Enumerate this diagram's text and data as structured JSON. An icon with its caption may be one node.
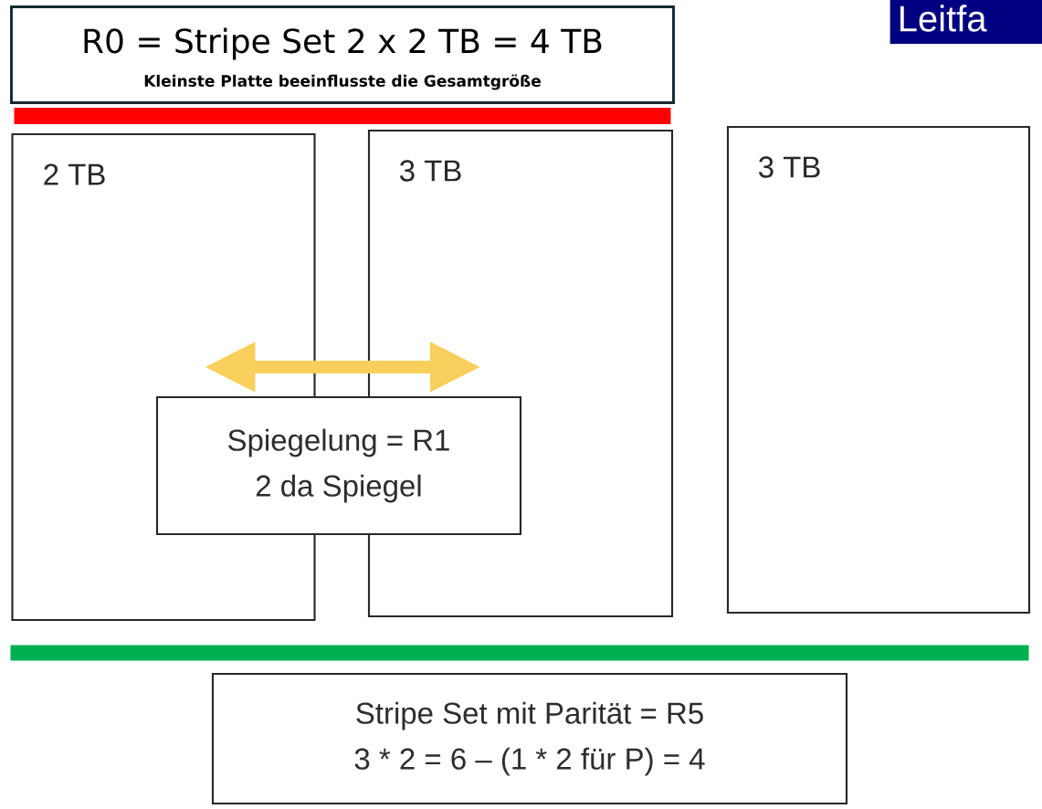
{
  "diagram": {
    "nodes": [
      {
        "text": [
          "R0 = Stripe Set 2 x 2 TB = 4 TB",
          "Kleinste Platte beeinflusste die Gesamtgröße"
        ]
      },
      {
        "text": [
          "Leitfa"
        ]
      },
      {
        "text": [],
        "shape": "bar"
      },
      {
        "text": [
          "2 TB"
        ]
      },
      {
        "text": [
          "3 TB"
        ]
      },
      {
        "text": [
          "3 TB"
        ]
      },
      {
        "text": [
          "Spiegelung = R1",
          "2 da Spiegel"
        ]
      },
      {
        "text": [],
        "shape": "bar"
      },
      {
        "text": [
          "Stripe Set mit Parität = R5",
          "3 * 2 = 6 – (1 * 2 für P) = 4"
        ]
      }
    ],
    "edges": [
      {
        "from": 3,
        "to": 4,
        "arrow": "both",
        "color": "#f8cf5c"
      }
    ]
  }
}
